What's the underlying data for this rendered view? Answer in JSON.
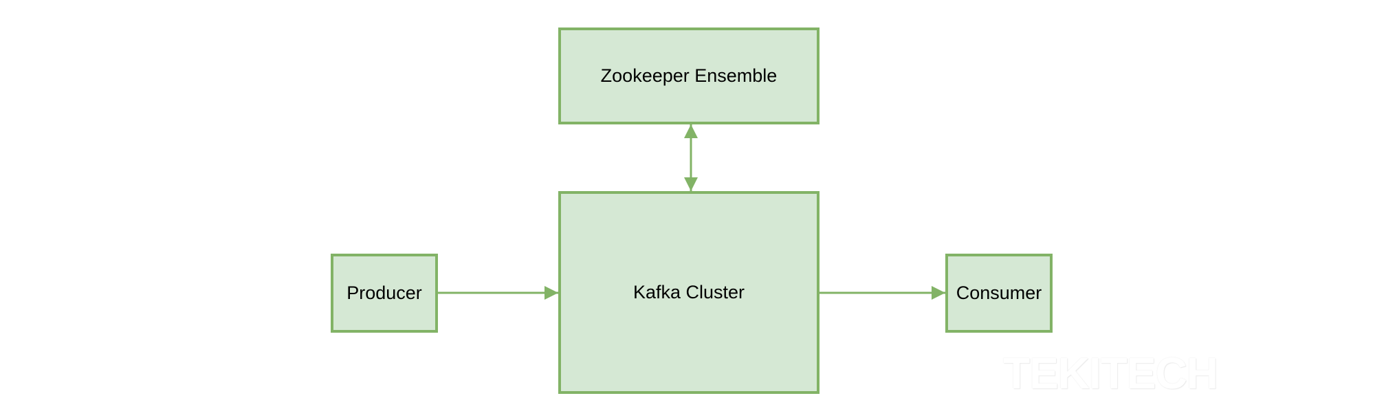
{
  "diagram": {
    "nodes": {
      "zookeeper": {
        "label": "Zookeeper Ensemble"
      },
      "kafka": {
        "label": "Kafka Cluster"
      },
      "producer": {
        "label": "Producer"
      },
      "consumer": {
        "label": "Consumer"
      }
    },
    "edges": [
      {
        "from": "producer",
        "to": "kafka",
        "direction": "forward"
      },
      {
        "from": "kafka",
        "to": "consumer",
        "direction": "forward"
      },
      {
        "from": "zookeeper",
        "to": "kafka",
        "direction": "both"
      }
    ],
    "colors": {
      "fill": "#d5e8d4",
      "stroke": "#82b366",
      "text": "#000000"
    }
  },
  "watermark": {
    "text": "TEKITECH"
  }
}
